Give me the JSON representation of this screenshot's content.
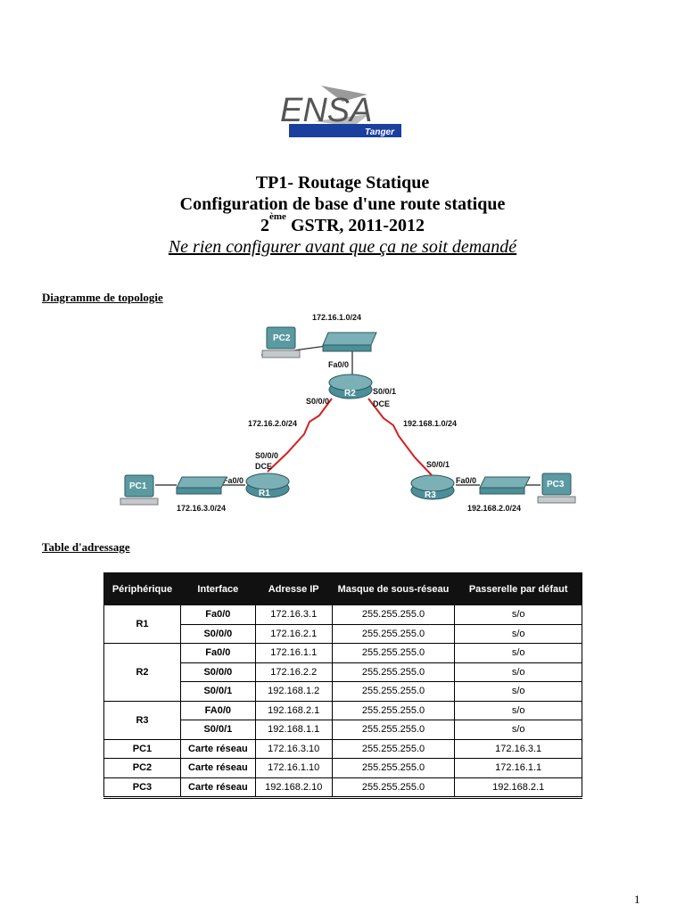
{
  "logo": {
    "text": "ENSA",
    "subtext": "Tanger"
  },
  "title": {
    "line1": "TP1- Routage Statique",
    "line2": "Configuration de base d'une route statique",
    "line3_num": "2",
    "line3_sup": "ème",
    "line3_rest": " GSTR, 2011-2012",
    "warning": "Ne rien configurer avant que ça ne soit demandé"
  },
  "topology_heading": "Diagramme de topologie",
  "topology": {
    "devices": {
      "pc1": "PC1",
      "pc2": "PC2",
      "pc3": "PC3",
      "r1": "R1",
      "r2": "R2",
      "r3": "R3"
    },
    "networks": {
      "top": "172.16.1.0/24",
      "left_serial": "172.16.2.0/24",
      "right_serial": "192.168.1.0/24",
      "bottom_left": "172.16.3.0/24",
      "bottom_right": "192.168.2.0/24"
    },
    "interfaces": {
      "r2_fa": "Fa0/0",
      "r2_s000": "S0/0/0",
      "r2_s001": "S0/0/1",
      "r2_dce": "DCE",
      "r1_s000": "S0/0/0",
      "r1_dce": "DCE",
      "r1_fa": "Fa0/0",
      "r3_s001": "S0/0/1",
      "r3_fa": "Fa0/0"
    }
  },
  "table_heading": "Table d'adressage",
  "address_table": {
    "headers": [
      "Périphérique",
      "Interface",
      "Adresse IP",
      "Masque de sous-réseau",
      "Passerelle par défaut"
    ],
    "rows": [
      {
        "device": "R1",
        "interface": "Fa0/0",
        "ip": "172.16.3.1",
        "mask": "255.255.255.0",
        "gateway": "s/o"
      },
      {
        "device": "",
        "interface": "S0/0/0",
        "ip": "172.16.2.1",
        "mask": "255.255.255.0",
        "gateway": "s/o"
      },
      {
        "device": "R2",
        "interface": "Fa0/0",
        "ip": "172.16.1.1",
        "mask": "255.255.255.0",
        "gateway": "s/o"
      },
      {
        "device": "",
        "interface": "S0/0/0",
        "ip": "172.16.2.2",
        "mask": "255.255.255.0",
        "gateway": "s/o"
      },
      {
        "device": "",
        "interface": "S0/0/1",
        "ip": "192.168.1.2",
        "mask": "255.255.255.0",
        "gateway": "s/o"
      },
      {
        "device": "R3",
        "interface": "FA0/0",
        "ip": "192.168.2.1",
        "mask": "255.255.255.0",
        "gateway": "s/o"
      },
      {
        "device": "",
        "interface": "S0/0/1",
        "ip": "192.168.1.1",
        "mask": "255.255.255.0",
        "gateway": "s/o"
      },
      {
        "device": "PC1",
        "interface": "Carte réseau",
        "ip": "172.16.3.10",
        "mask": "255.255.255.0",
        "gateway": "172.16.3.1"
      },
      {
        "device": "PC2",
        "interface": "Carte réseau",
        "ip": "172.16.1.10",
        "mask": "255.255.255.0",
        "gateway": "172.16.1.1"
      },
      {
        "device": "PC3",
        "interface": "Carte réseau",
        "ip": "192.168.2.10",
        "mask": "255.255.255.0",
        "gateway": "192.168.2.1"
      }
    ]
  },
  "page_number": "1",
  "colors": {
    "logo_blue": "#1a3f9e",
    "router_teal": "#4d8f98",
    "serial_red": "#d81e1e",
    "header_black": "#111111"
  }
}
